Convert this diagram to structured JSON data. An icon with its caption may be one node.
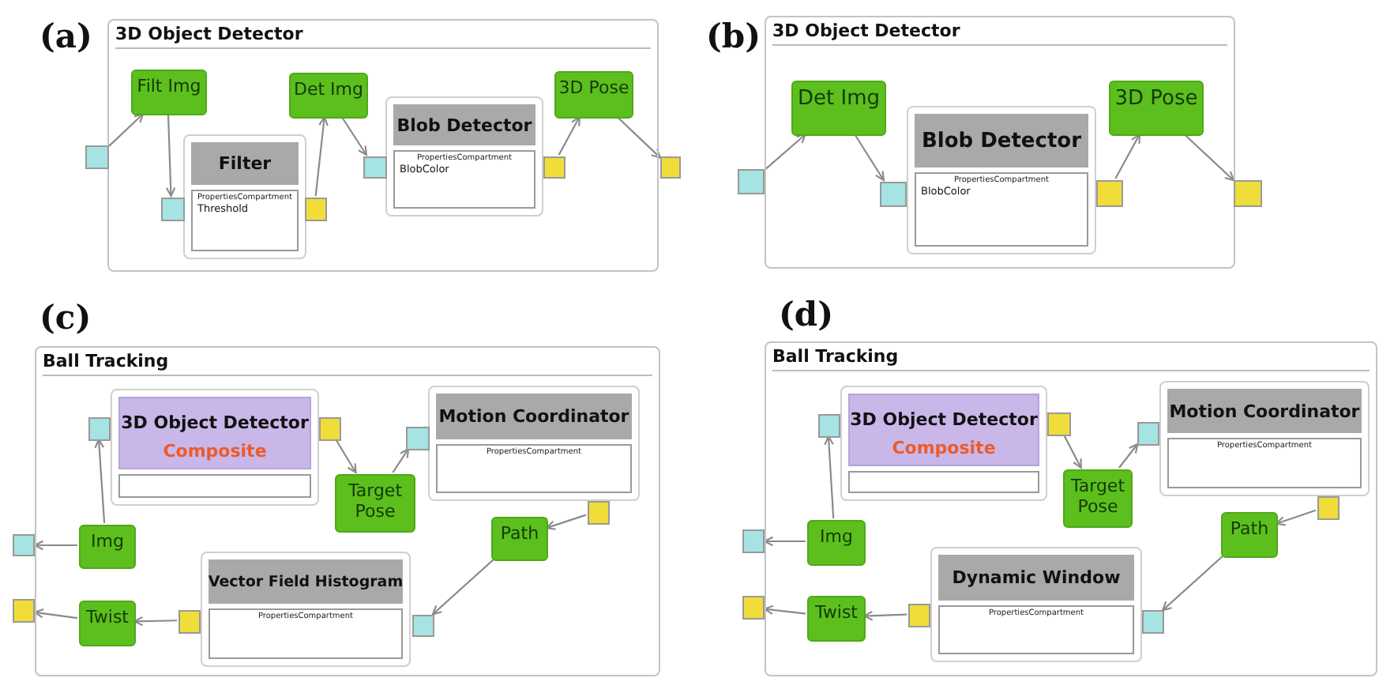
{
  "diagram": {
    "nodes": [
      {
        "text": [
          "3D Object Detector"
        ]
      },
      {
        "text": [
          "Filt Img"
        ],
        "in": 0
      },
      {
        "text": [
          "Det Img"
        ],
        "in": 0
      },
      {
        "text": [
          "Blob Detector",
          "PropertiesCompartment",
          "BlobColor"
        ],
        "in": 0
      },
      {
        "text": [
          "3D Pose"
        ],
        "in": 0
      },
      {
        "text": [
          "Filter",
          "PropertiesCompartment",
          "Threshold"
        ],
        "in": 0
      },
      {
        "text": [],
        "shape": "box"
      },
      {
        "text": [],
        "shape": "box",
        "in": 0
      },
      {
        "text": [],
        "shape": "box",
        "in": 0
      },
      {
        "text": [],
        "shape": "box",
        "in": 0
      },
      {
        "text": [],
        "shape": "box",
        "in": 0
      },
      {
        "text": [],
        "shape": "box"
      },
      {
        "text": [
          "3D Object Detector"
        ]
      },
      {
        "text": [
          "Det Img"
        ],
        "in": 12
      },
      {
        "text": [
          "Blob Detector",
          "PropertiesCompartment",
          "BlobColor"
        ],
        "in": 12
      },
      {
        "text": [
          "3D Pose"
        ],
        "in": 12
      },
      {
        "text": [],
        "shape": "box"
      },
      {
        "text": [],
        "shape": "box",
        "in": 12
      },
      {
        "text": [],
        "shape": "box",
        "in": 12
      },
      {
        "text": [],
        "shape": "box"
      },
      {
        "text": [
          "Ball Tracking"
        ]
      },
      {
        "text": [
          "3D Object Detector",
          "Composite"
        ],
        "in": 20
      },
      {
        "text": [
          "Motion Coordinator",
          "PropertiesCompartment"
        ],
        "in": 20
      },
      {
        "text": [
          "Target Pose"
        ],
        "in": 20
      },
      {
        "text": [
          "Path"
        ],
        "in": 20
      },
      {
        "text": [
          "Img"
        ],
        "in": 20
      },
      {
        "text": [
          "Vector Field Histogram",
          "PropertiesCompartment"
        ],
        "in": 20
      },
      {
        "text": [
          "Twist"
        ],
        "in": 20
      },
      {
        "text": [],
        "shape": "box",
        "in": 20
      },
      {
        "text": [],
        "shape": "box",
        "in": 20
      },
      {
        "text": [],
        "shape": "box",
        "in": 20
      },
      {
        "text": [],
        "shape": "box",
        "in": 20
      },
      {
        "text": [],
        "shape": "box"
      },
      {
        "text": [],
        "shape": "box"
      },
      {
        "text": [],
        "shape": "box",
        "in": 20
      },
      {
        "text": [],
        "shape": "box",
        "in": 20
      },
      {
        "text": [
          "Ball Tracking"
        ]
      },
      {
        "text": [
          "3D Object Detector",
          "Composite"
        ],
        "in": 36
      },
      {
        "text": [
          "Motion Coordinator",
          "PropertiesCompartment"
        ],
        "in": 36
      },
      {
        "text": [
          "Target Pose"
        ],
        "in": 36
      },
      {
        "text": [
          "Path"
        ],
        "in": 36
      },
      {
        "text": [
          "Img"
        ],
        "in": 36
      },
      {
        "text": [
          "Dynamic Window",
          "PropertiesCompartment"
        ],
        "in": 36
      },
      {
        "text": [
          "Twist"
        ],
        "in": 36
      },
      {
        "text": [],
        "shape": "box",
        "in": 36
      },
      {
        "text": [],
        "shape": "box",
        "in": 36
      },
      {
        "text": [],
        "shape": "box",
        "in": 36
      },
      {
        "text": [],
        "shape": "box",
        "in": 36
      },
      {
        "text": [],
        "shape": "box"
      },
      {
        "text": [],
        "shape": "box"
      },
      {
        "text": [],
        "shape": "box",
        "in": 36
      },
      {
        "text": [],
        "shape": "box",
        "in": 36
      }
    ],
    "edges": [
      {
        "from": 6,
        "to": 1,
        "arrow": "to"
      },
      {
        "from": 1,
        "to": 7,
        "arrow": "to"
      },
      {
        "from": 8,
        "to": 2,
        "arrow": "to"
      },
      {
        "from": 2,
        "to": 9,
        "arrow": "to"
      },
      {
        "from": 10,
        "to": 4,
        "arrow": "to"
      },
      {
        "from": 4,
        "to": 11,
        "arrow": "to"
      },
      {
        "from": 16,
        "to": 13,
        "arrow": "to"
      },
      {
        "from": 13,
        "to": 17,
        "arrow": "to"
      },
      {
        "from": 18,
        "to": 15,
        "arrow": "to"
      },
      {
        "from": 15,
        "to": 19,
        "arrow": "to"
      },
      {
        "from": 25,
        "to": 32,
        "arrow": "to"
      },
      {
        "from": 25,
        "to": 28,
        "arrow": "to"
      },
      {
        "from": 29,
        "to": 23,
        "arrow": "to"
      },
      {
        "from": 23,
        "to": 30,
        "arrow": "to"
      },
      {
        "from": 31,
        "to": 24,
        "arrow": "to"
      },
      {
        "from": 24,
        "to": 35,
        "arrow": "to"
      },
      {
        "from": 34,
        "to": 27,
        "arrow": "to"
      },
      {
        "from": 27,
        "to": 33,
        "arrow": "to"
      },
      {
        "from": 41,
        "to": 48,
        "arrow": "to"
      },
      {
        "from": 41,
        "to": 44,
        "arrow": "to"
      },
      {
        "from": 45,
        "to": 39,
        "arrow": "to"
      },
      {
        "from": 39,
        "to": 46,
        "arrow": "to"
      },
      {
        "from": 47,
        "to": 40,
        "arrow": "to"
      },
      {
        "from": 40,
        "to": 51,
        "arrow": "to"
      },
      {
        "from": 50,
        "to": 43,
        "arrow": "to"
      },
      {
        "from": 43,
        "to": 49,
        "arrow": "to"
      }
    ],
    "labels": [
      "(a)",
      "(b)",
      "(c)",
      "(d)"
    ]
  }
}
